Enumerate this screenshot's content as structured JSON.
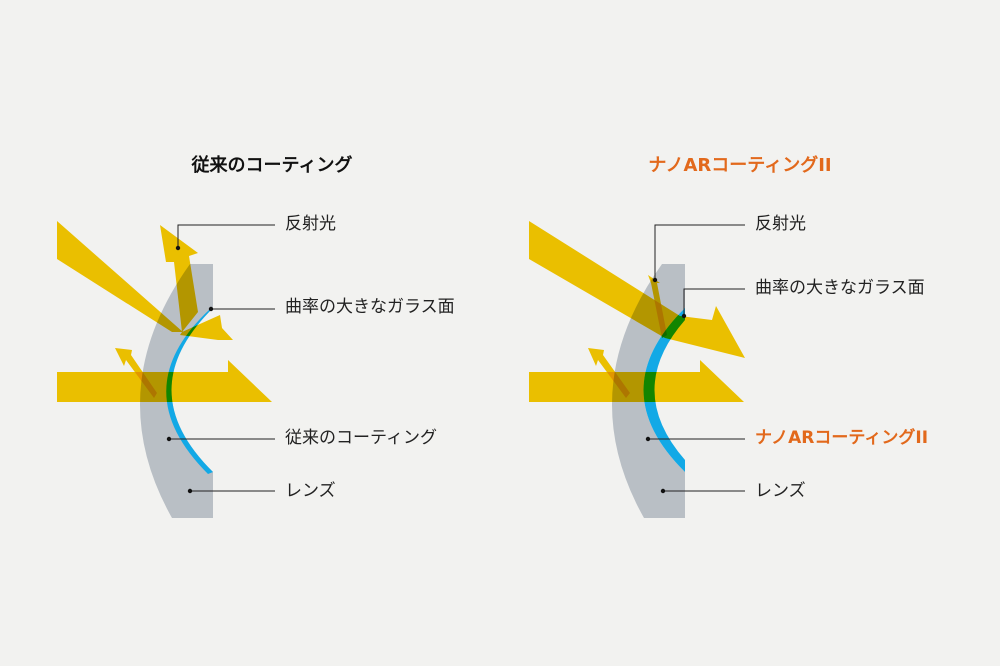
{
  "left": {
    "title": "従来のコーティング",
    "labels": {
      "reflected_light": "反射光",
      "glass_surface": "曲率の大きなガラス面",
      "coating": "従来のコーティング",
      "lens": "レンズ"
    }
  },
  "right": {
    "title": "ナノARコーティングII",
    "labels": {
      "reflected_light": "反射光",
      "glass_surface": "曲率の大きなガラス面",
      "coating": "ナノARコーティングII",
      "lens": "レンズ"
    }
  },
  "colors": {
    "light": "#f7c900",
    "lens": "#b9bfc5",
    "coating": "#12a9e6",
    "accent": "#e2691c"
  }
}
